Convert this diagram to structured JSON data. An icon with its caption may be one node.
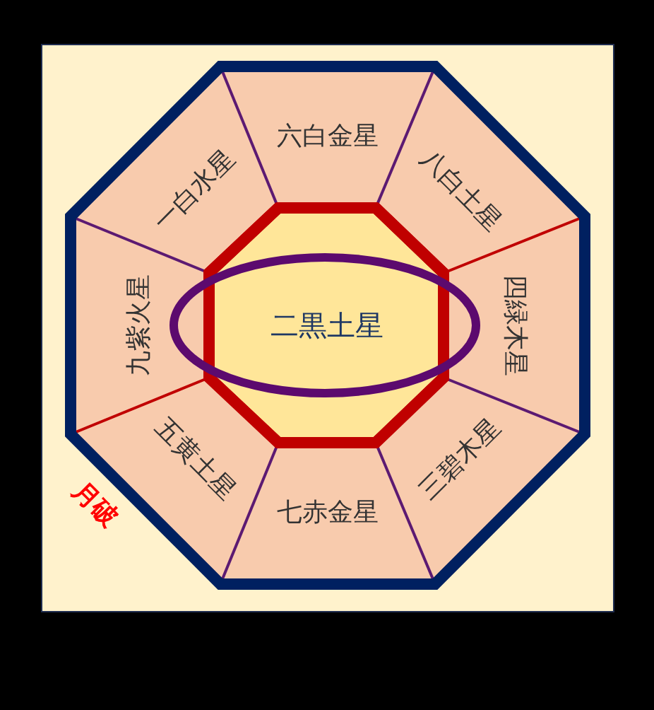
{
  "diagram": {
    "nodes": [
      {
        "text": [
          "六白金星"
        ]
      },
      {
        "text": [
          "一白水星"
        ]
      },
      {
        "text": [
          "八白土星"
        ]
      },
      {
        "text": [
          "九紫火星"
        ]
      },
      {
        "text": [
          "二黒土星"
        ]
      },
      {
        "text": [
          "四緑木星"
        ]
      },
      {
        "text": [
          "五黄土星"
        ]
      },
      {
        "text": [
          "三碧木星"
        ]
      },
      {
        "text": [
          "七赤金星"
        ]
      }
    ],
    "labels": [
      "月破"
    ]
  }
}
